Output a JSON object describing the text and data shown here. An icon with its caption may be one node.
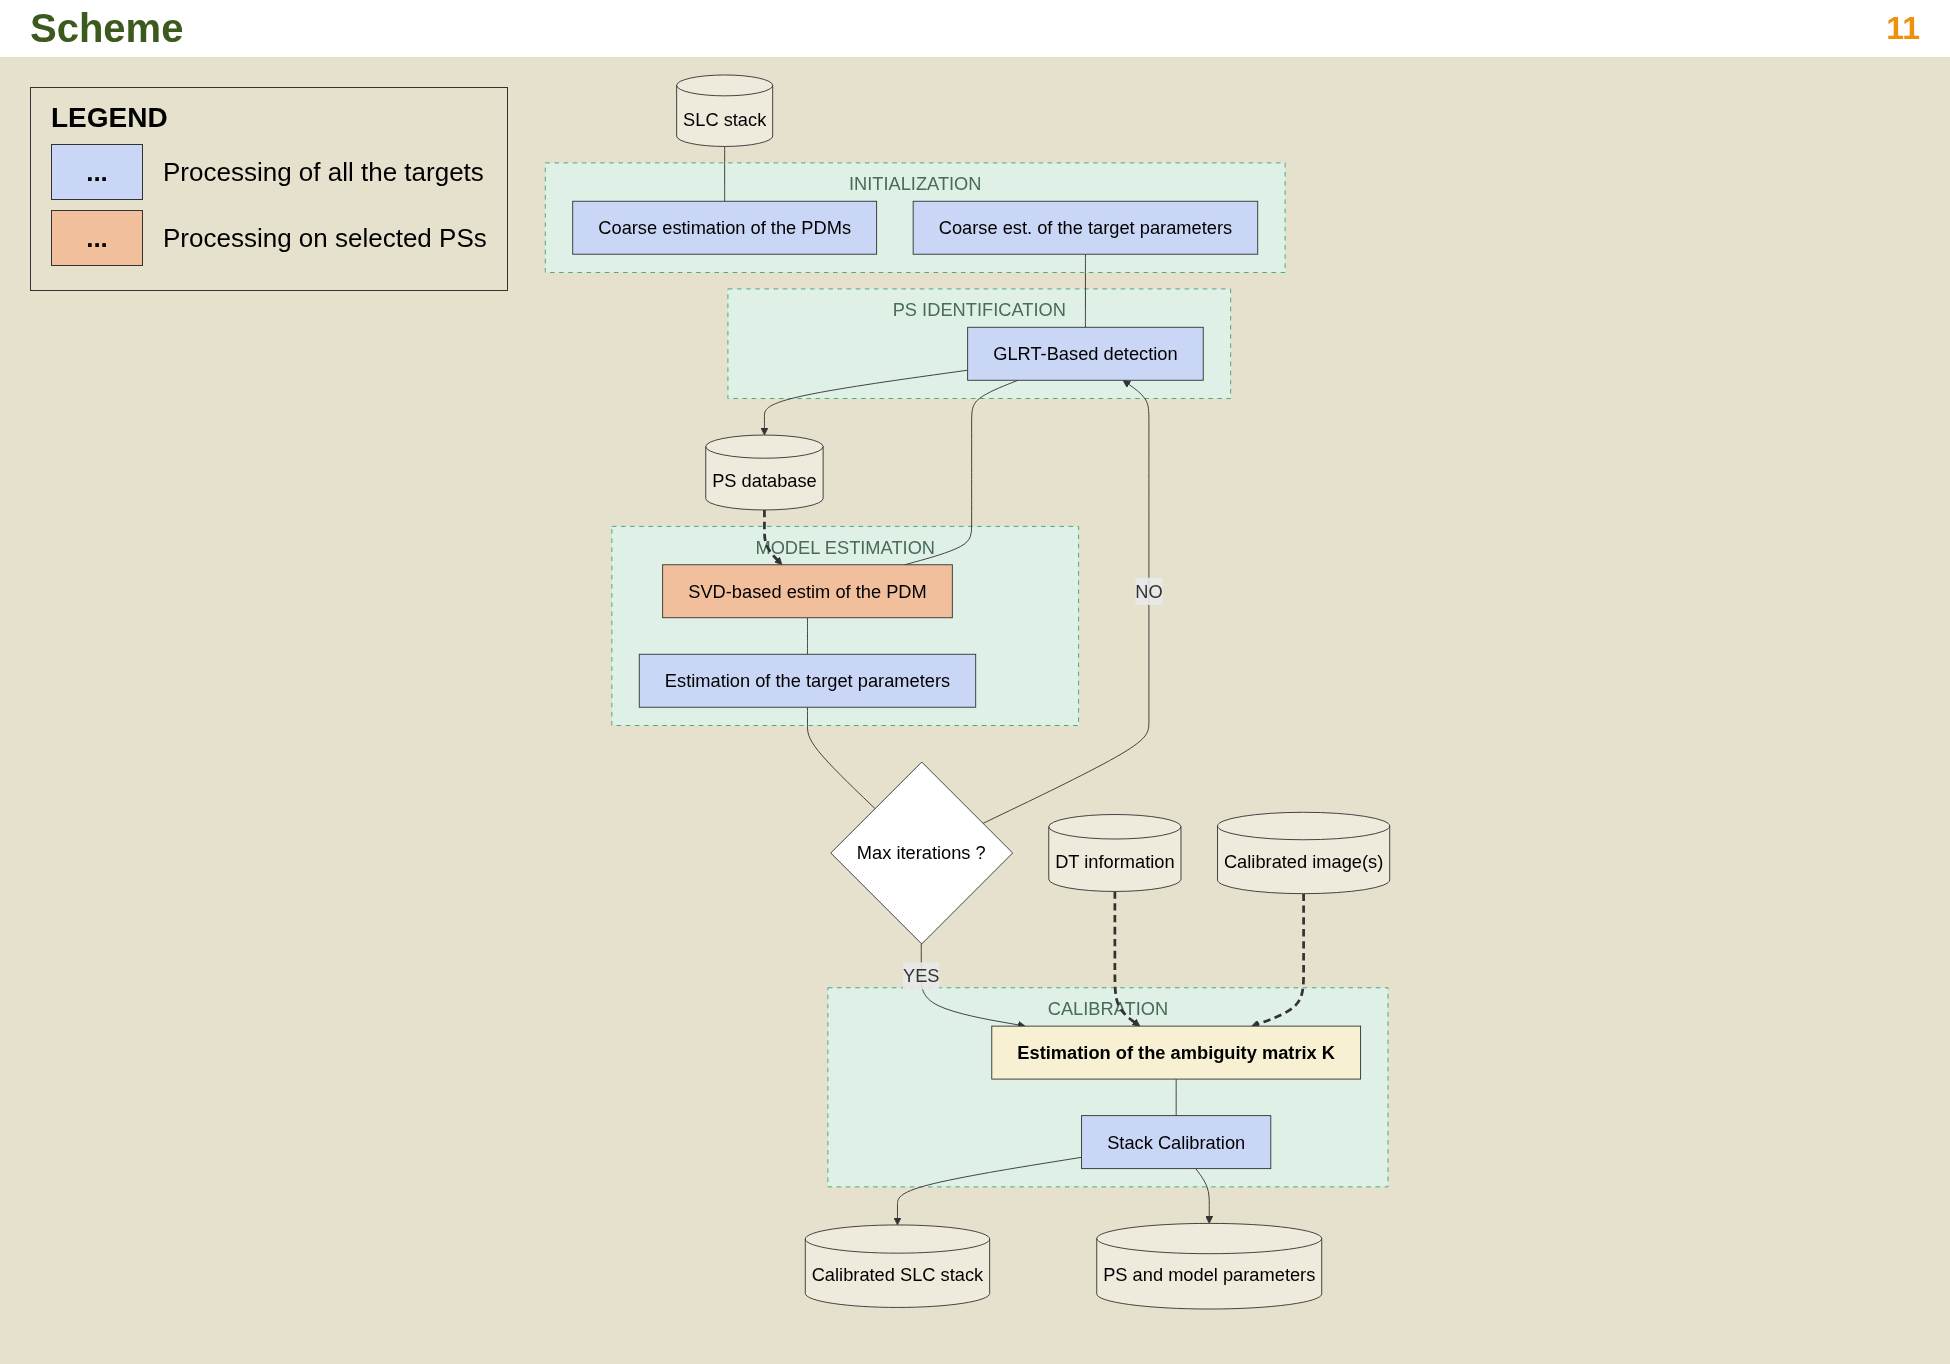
{
  "diagram": {
    "title": "Scheme",
    "nodes": [
      {
        "text": [
          "SLC stack"
        ]
      },
      {
        "text": [
          "INITIALIZATION"
        ]
      },
      {
        "text": [
          "Coarse estimation of the PDMs"
        ],
        "in": 1
      },
      {
        "text": [
          "Coarse est. of the target parameters"
        ],
        "in": 1
      },
      {
        "text": [
          "PS IDENTIFICATION"
        ]
      },
      {
        "text": [
          "GLRT-Based detection"
        ],
        "in": 4
      },
      {
        "text": [
          "PS database"
        ]
      },
      {
        "text": [
          "MODEL ESTIMATION"
        ]
      },
      {
        "text": [
          "SVD-based estim of the PDM"
        ],
        "in": 7
      },
      {
        "text": [
          "Estimation of the target parameters"
        ],
        "in": 7
      },
      {
        "text": [
          "Max iterations ?"
        ]
      },
      {
        "text": [
          "CALIBRATION"
        ]
      },
      {
        "text": [
          "Estimation of the ambiguity matrix K"
        ],
        "in": 11
      },
      {
        "text": [
          "Stack Calibration"
        ],
        "in": 11
      },
      {
        "text": [
          "DT information"
        ]
      },
      {
        "text": [
          "Calibrated image(s)"
        ]
      },
      {
        "text": [
          "Calibrated SLC stack"
        ]
      },
      {
        "text": [
          "PS and model parameters"
        ]
      }
    ],
    "edges": [
      {
        "from": 0,
        "to": 2,
        "arrow": "none"
      },
      {
        "from": 3,
        "to": 5,
        "arrow": "none"
      },
      {
        "from": 5,
        "to": 6,
        "arrow": "to"
      },
      {
        "from": 6,
        "to": 8,
        "arrow": "to",
        "style": "dashed"
      },
      {
        "from": 5,
        "to": 8,
        "arrow": "none"
      },
      {
        "from": 8,
        "to": 9,
        "arrow": "none"
      },
      {
        "from": 9,
        "to": 10,
        "arrow": "none"
      },
      {
        "from": 10,
        "to": 5,
        "arrow": "to",
        "label": "NO"
      },
      {
        "from": 10,
        "to": 12,
        "arrow": "to",
        "label": "YES"
      },
      {
        "from": 14,
        "to": 12,
        "arrow": "to",
        "style": "dashed"
      },
      {
        "from": 15,
        "to": 12,
        "arrow": "to",
        "style": "dashed"
      },
      {
        "from": 12,
        "to": 13,
        "arrow": "none"
      },
      {
        "from": 13,
        "to": 16,
        "arrow": "to"
      },
      {
        "from": 13,
        "to": 17,
        "arrow": "to"
      }
    ],
    "labels": [
      "11",
      "LEGEND",
      "...",
      "..."
    ],
    "legend": [
      {
        "text": "Processing of all the targets",
        "color": "#c9d6f5"
      },
      {
        "text": "Processing on selected PSs",
        "color": "#f2bf9c"
      }
    ]
  }
}
